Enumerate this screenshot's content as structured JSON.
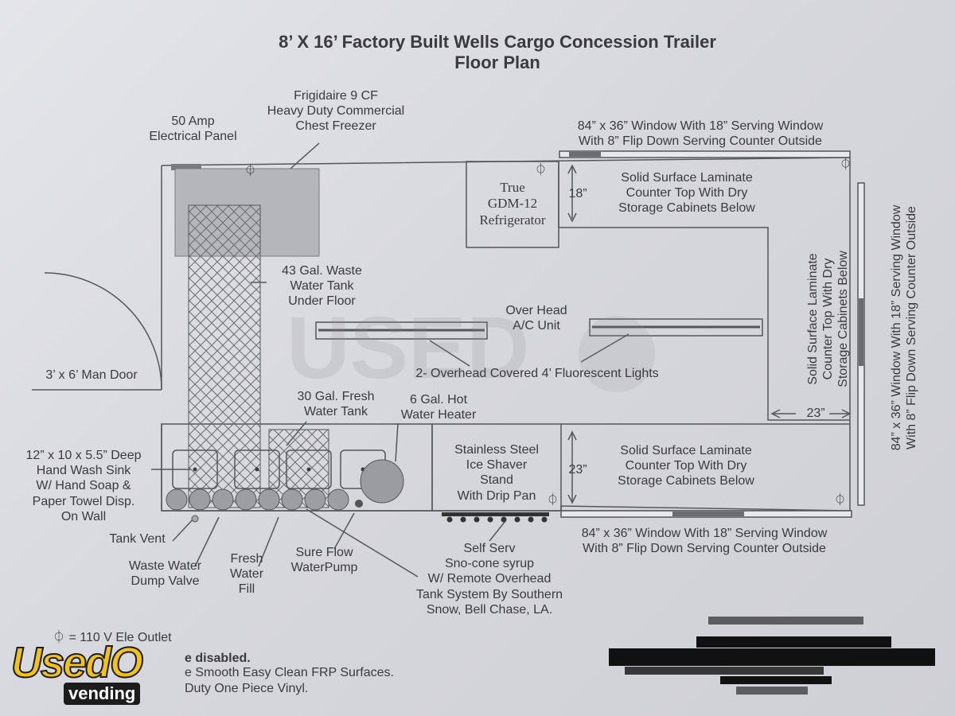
{
  "title": {
    "line1": "8’ X 16’ Factory Built Wells Cargo Concession Trailer",
    "line2": "Floor Plan"
  },
  "labels": {
    "electrical_panel": [
      "50 Amp",
      "Electrical Panel"
    ],
    "freezer": [
      "Frigidaire 9 CF",
      "Heavy Duty Commercial",
      "Chest Freezer"
    ],
    "window_top": [
      "84” x 36” Window With 18” Serving Window",
      "With 8” Flip Down Serving Counter Outside"
    ],
    "refrigerator": [
      "True",
      "GDM-12",
      "Refrigerator"
    ],
    "dim_18": "18”",
    "counter_top": [
      "Solid Surface Laminate",
      "Counter Top With Dry",
      "Storage Cabinets Below"
    ],
    "counter_right": [
      "Solid Surface Laminate",
      "Counter Top With Dry",
      "Storage Cabinets Below"
    ],
    "window_right": [
      "84” x 36” Window With 18” Serving Window",
      "With 8” Flip Down Serving Counter Outside"
    ],
    "waste_tank": [
      "43 Gal. Waste",
      "Water Tank",
      "Under Floor"
    ],
    "ac_unit": [
      "Over Head",
      "A/C Unit"
    ],
    "lights": "2- Overhead Covered 4’ Fluorescent Lights",
    "man_door": "3’ x 6’ Man Door",
    "fresh_tank": [
      "30 Gal. Fresh",
      "Water Tank"
    ],
    "water_heater": [
      "6 Gal. Hot",
      "Water Heater"
    ],
    "dim_23_right": "23”",
    "dim_23_left": "23”",
    "hand_sink": [
      "12” x 10 x 5.5” Deep",
      "Hand Wash Sink",
      "W/ Hand Soap &",
      "Paper Towel Disp.",
      "On Wall"
    ],
    "ice_shaver": [
      "Stainless Steel",
      "Ice Shaver",
      "Stand",
      "With Drip Pan"
    ],
    "counter_bottom": [
      "Solid Surface Laminate",
      "Counter Top With Dry",
      "Storage Cabinets Below"
    ],
    "window_bottom": [
      "84” x 36” Window With 18” Serving Window",
      "With 8” Flip Down Serving Counter Outside"
    ],
    "tank_vent": "Tank Vent",
    "dump_valve": [
      "Waste Water",
      "Dump Valve"
    ],
    "fresh_fill": [
      "Fresh",
      "Water",
      "Fill"
    ],
    "water_pump": [
      "Sure Flow",
      "WaterPump"
    ],
    "sno_cone": [
      "Self Serv",
      "Sno-cone syrup",
      "W/ Remote Overhead",
      "Tank System By Southern",
      "Snow, Bell Chase, LA."
    ]
  },
  "legend": {
    "outlet": "= 110 V Ele   Outlet",
    "line2": "e disabled.",
    "line3": "e Smooth Easy Clean FRP Surfaces.",
    "line4": "Duty One Piece Vinyl."
  },
  "icons": {
    "outlet": "⏀"
  },
  "brand": {
    "used": "UsedO",
    "vending": "vending"
  }
}
